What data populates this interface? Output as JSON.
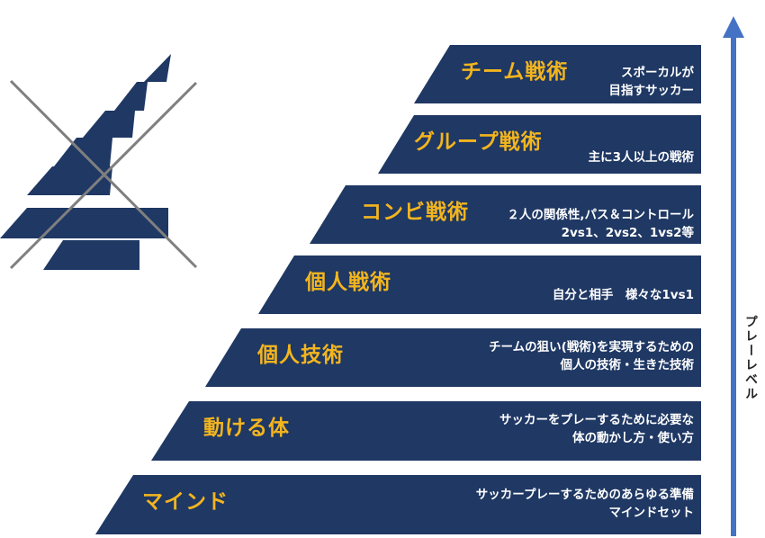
{
  "tiers": [
    {
      "title": "チーム戦術",
      "desc": [
        "スポーカルが",
        "目指すサッカー"
      ]
    },
    {
      "title": "グループ戦術",
      "desc": [
        "主に3人以上の戦術"
      ]
    },
    {
      "title": "コンビ戦術",
      "desc": [
        "２人の関係性,パス＆コントロール",
        "2vs1、2vs2、1vs2等"
      ]
    },
    {
      "title": "個人戦術",
      "desc": [
        "自分と相手　様々な1vs1"
      ]
    },
    {
      "title": "個人技術",
      "desc": [
        "チームの狙い(戦術)を実現するための",
        "個人の技術・生きた技術"
      ]
    },
    {
      "title": "動ける体",
      "desc": [
        "サッカーをプレーするために必要な",
        "体の動かし方・使い方"
      ]
    },
    {
      "title": "マインド",
      "desc": [
        "サッカープレーするためのあらゆる準備",
        "マインドセット"
      ]
    }
  ],
  "axis": {
    "label": "プレーレベル"
  },
  "colors": {
    "tier_fill": "#1f3864",
    "title_text": "#f3b51e",
    "desc_text": "#ffffff",
    "arrow": "#4472c4",
    "cross": "#7f7f7f"
  }
}
